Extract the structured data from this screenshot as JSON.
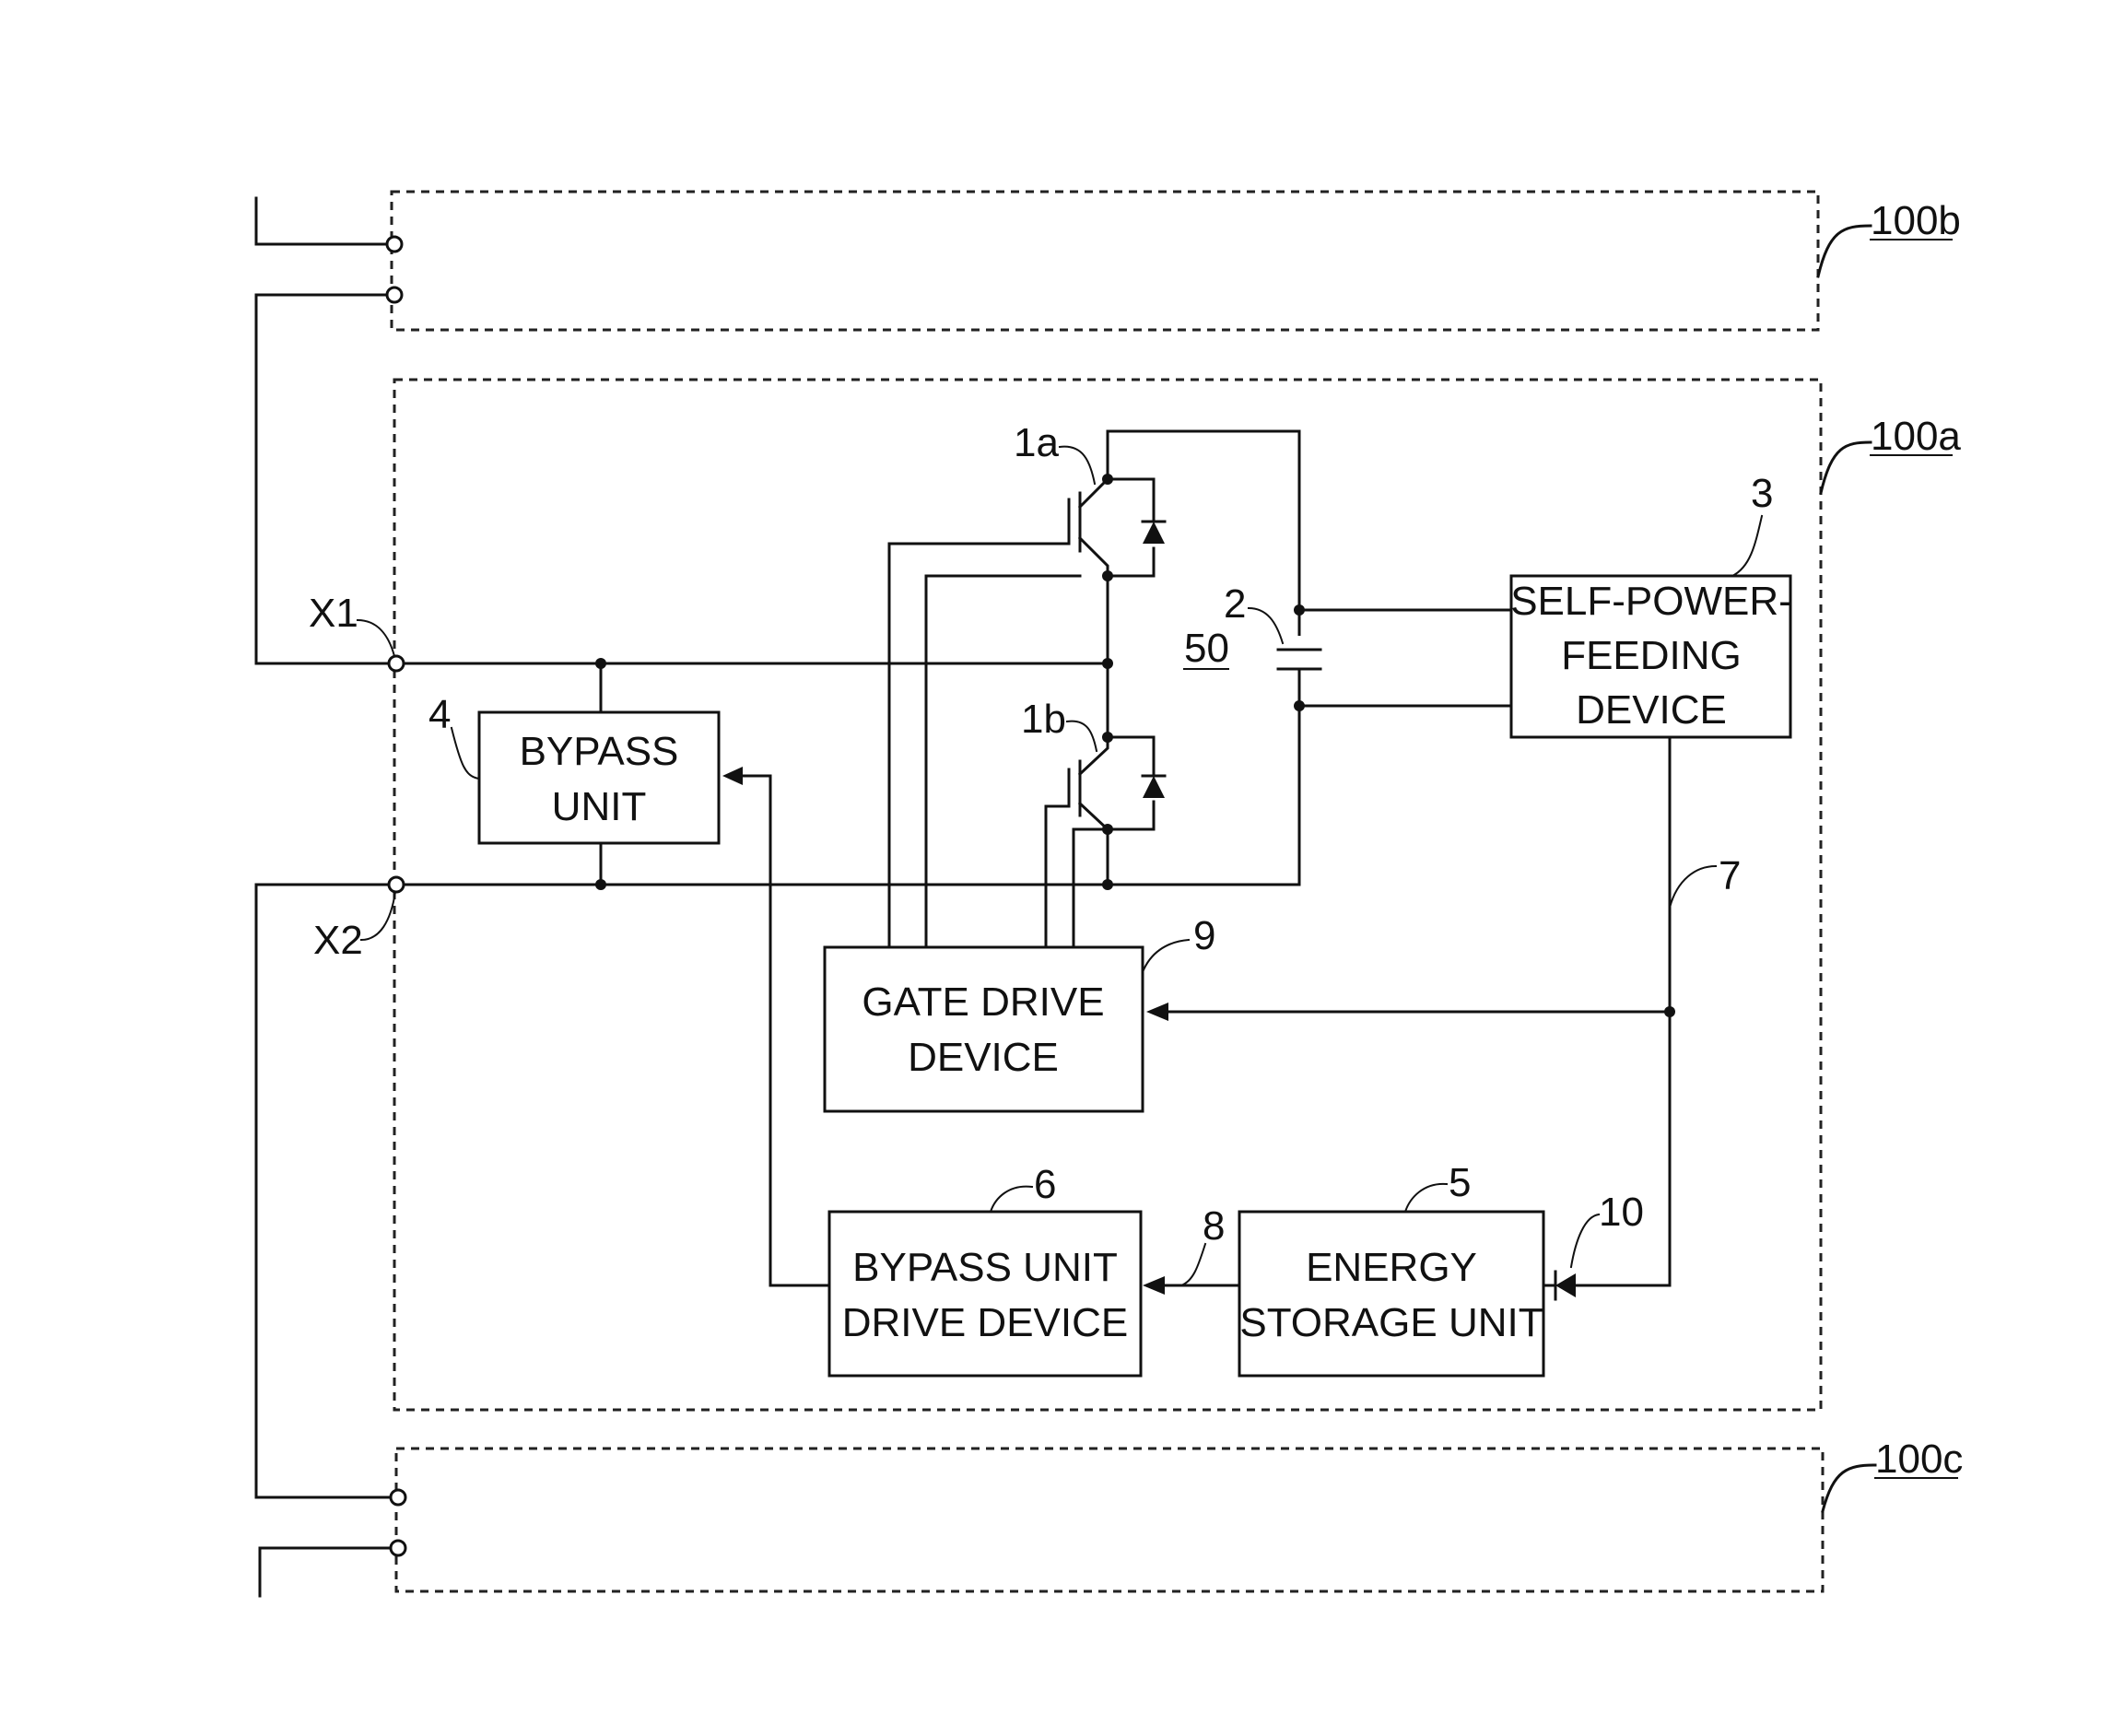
{
  "modules": {
    "module_b_ref": "100b",
    "module_a_ref": "100a",
    "module_c_ref": "100c"
  },
  "terminals": {
    "x1": "X1",
    "x2": "X2"
  },
  "components": {
    "switch_upper_ref": "1a",
    "switch_lower_ref": "1b",
    "capacitor_ref": "2",
    "converter_cell_ref": "50",
    "self_power_ref": "3",
    "bypass_ref": "4",
    "energy_storage_ref": "5",
    "bypass_drive_ref": "6",
    "line7_ref": "7",
    "line8_ref": "8",
    "gate_drive_ref": "9",
    "diode_ref": "10"
  },
  "blocks": {
    "bypass_unit": [
      "BYPASS",
      "UNIT"
    ],
    "self_power_feeding": [
      "SELF-POWER-",
      "FEEDING",
      "DEVICE"
    ],
    "gate_drive": [
      "GATE DRIVE",
      "DEVICE"
    ],
    "bypass_unit_drive": [
      "BYPASS UNIT",
      "DRIVE DEVICE"
    ],
    "energy_storage": [
      "ENERGY",
      "STORAGE UNIT"
    ]
  }
}
